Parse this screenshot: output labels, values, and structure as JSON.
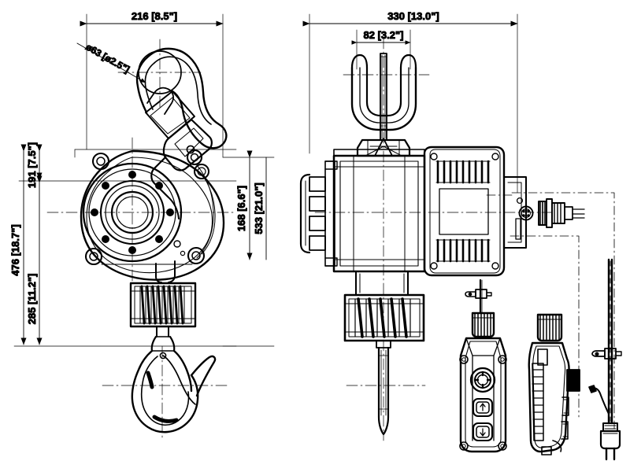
{
  "drawing": {
    "type": "electric-chain-hoist-dimensional-drawing",
    "background_color": "#ffffff",
    "line_color": "#000000",
    "views": [
      {
        "name": "side-view",
        "label": ""
      },
      {
        "name": "front-view",
        "label": ""
      },
      {
        "name": "pendant-control-front",
        "label": ""
      },
      {
        "name": "pendant-control-side",
        "label": ""
      },
      {
        "name": "power-cord-plug",
        "label": ""
      }
    ]
  },
  "dimensions": {
    "overall_width_side": "216 [8.5\"]",
    "hook_eye_diameter": "ø63 [ø2.5\"]",
    "top_hook_to_center": "191 [7.5\"]",
    "overall_height": "476 [18.7\"]",
    "center_to_bottom_hook": "285 [11.2\"]",
    "body_height": "168 [6.6\"]",
    "total_height_front": "533 [21.0\"]",
    "overall_width_front": "330 [13.0\"]",
    "hook_opening_width": "82 [3.2\"]"
  },
  "labels": {
    "d216": "216 [8.5\"]",
    "d63": "ø63 [ø2.5\"]",
    "d191": "191 [7.5\"]",
    "d476": "476 [18.7\"]",
    "d285": "285 [11.2\"]",
    "d168": "168 [6.6\"]",
    "d533": "533 [21.0\"]",
    "d330": "330 [13.0\"]",
    "d82": "82 [3.2\"]"
  }
}
